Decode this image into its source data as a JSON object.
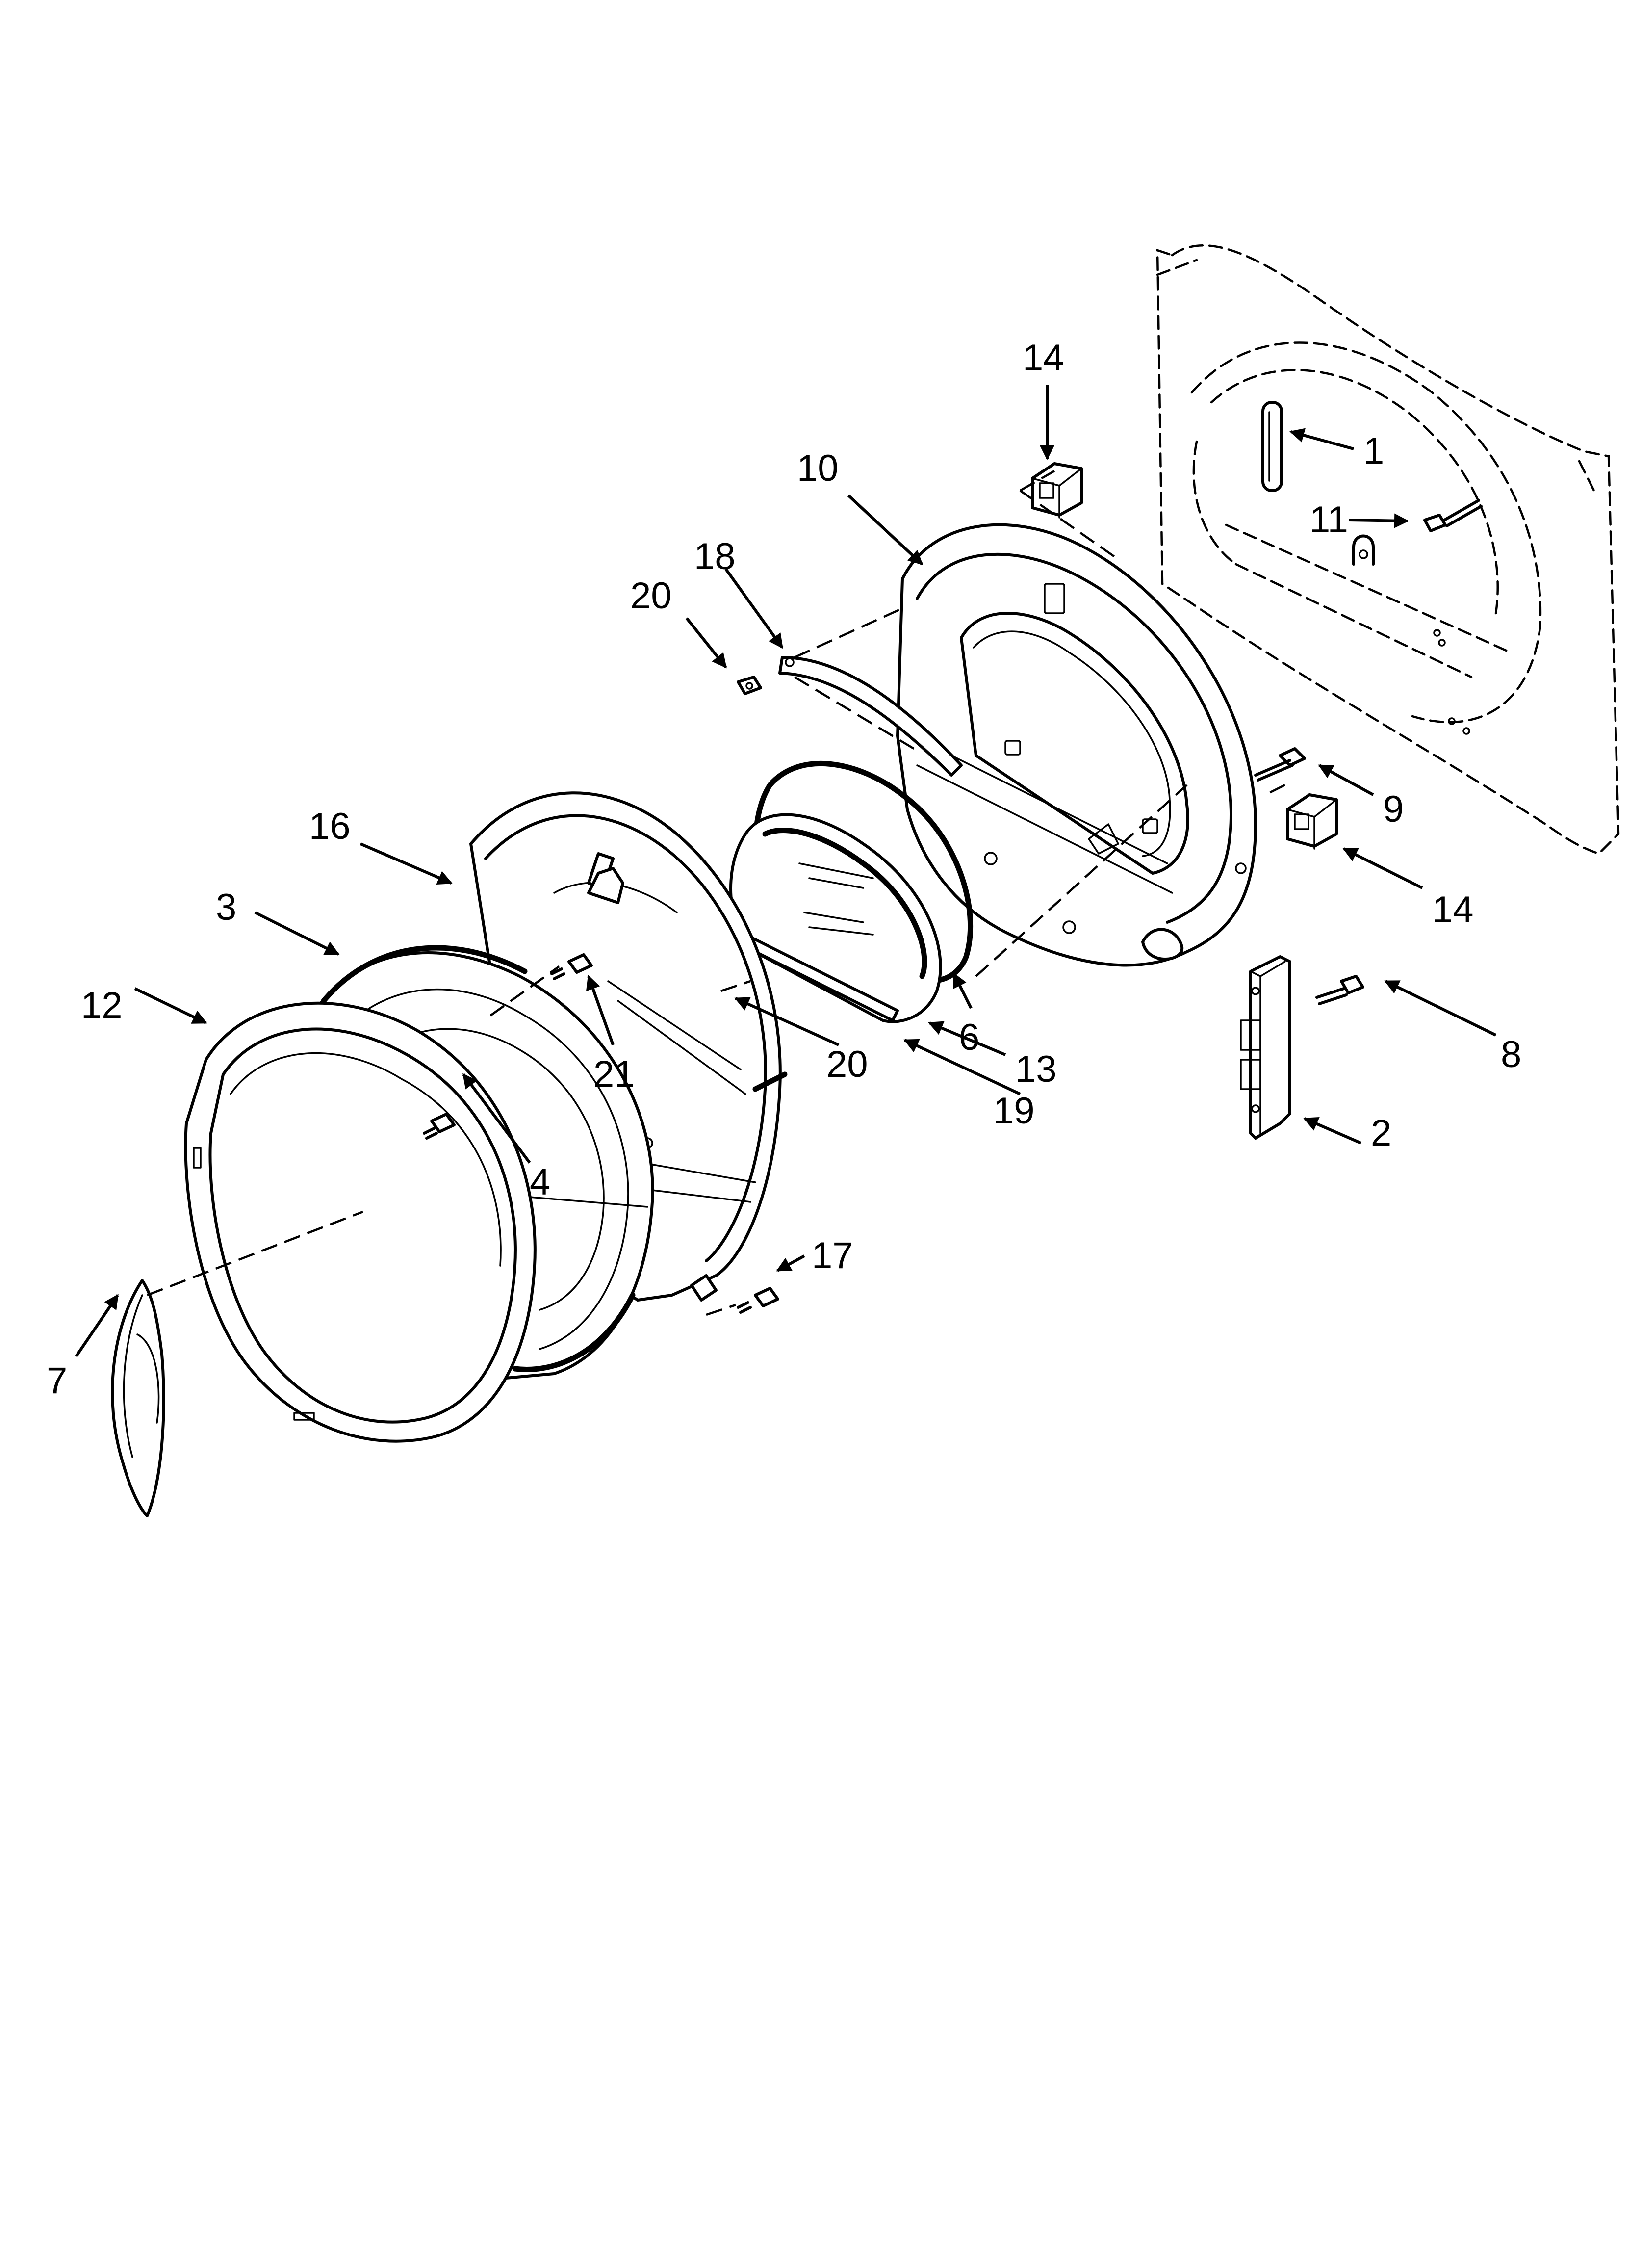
{
  "diagram": {
    "callouts": {
      "c1": "1",
      "c2": "2",
      "c3": "3",
      "c4": "4",
      "c6": "6",
      "c7": "7",
      "c8": "8",
      "c9": "9",
      "c10": "10",
      "c11": "11",
      "c12": "12",
      "c13": "13",
      "c14a": "14",
      "c14b": "14",
      "c16": "16",
      "c17": "17",
      "c18": "18",
      "c19": "19",
      "c20a": "20",
      "c20b": "20",
      "c21": "21"
    }
  }
}
